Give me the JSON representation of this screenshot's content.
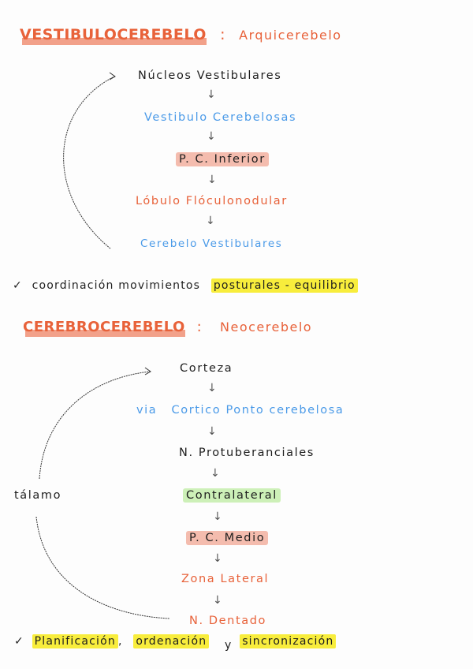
{
  "section1": {
    "title": "VESTIBULOCEREBELO",
    "separator": ":",
    "subtitle": "Arquicerebelo",
    "flow": [
      {
        "label": "Núcleos  Vestibulares",
        "color": "black",
        "highlight": null
      },
      {
        "label": "Vestibulo Cerebelosas",
        "color": "blue",
        "highlight": null
      },
      {
        "label": "P. C. Inferior",
        "color": "black",
        "highlight": "red"
      },
      {
        "label": "Lóbulo   Flóculonodular",
        "color": "orange",
        "highlight": null
      },
      {
        "label": "Cerebelo Vestibulares",
        "color": "blue",
        "highlight": null
      }
    ],
    "arrow_glyph": "↓",
    "note": {
      "check": "✓",
      "text_plain": "coordinación  movimientos",
      "text_highlight": "posturales - equilibrio"
    }
  },
  "section2": {
    "title": "CEREBROCEREBELO",
    "separator": ":",
    "subtitle": "Neocerebelo",
    "side_label": "tálamo",
    "via_prefix": "via",
    "flow": [
      {
        "label": "Corteza",
        "color": "black",
        "highlight": null
      },
      {
        "label": "Cortico Ponto cerebelosa",
        "color": "blue",
        "highlight": null
      },
      {
        "label": "N. Protuberanciales",
        "color": "black",
        "highlight": null
      },
      {
        "label": "Contralateral",
        "color": "black",
        "highlight": "green"
      },
      {
        "label": "P. C. Medio",
        "color": "black",
        "highlight": "red"
      },
      {
        "label": "Zona   Lateral",
        "color": "orange",
        "highlight": null
      },
      {
        "label": "N. Dentado",
        "color": "orange",
        "highlight": null
      }
    ],
    "arrow_glyph": "↓",
    "note": {
      "check": "✓",
      "item1": "Planificación",
      "comma": ",",
      "item2": "ordenación",
      "conj": "y",
      "item3": "sincronización"
    }
  },
  "colors": {
    "orange": "#e8623a",
    "blue": "#4a9ae8",
    "title_underline": "#f2a18a",
    "highlight_red": "#f4bcae",
    "highlight_green": "#cdf0b8",
    "highlight_yellow": "#f8ed3c"
  }
}
